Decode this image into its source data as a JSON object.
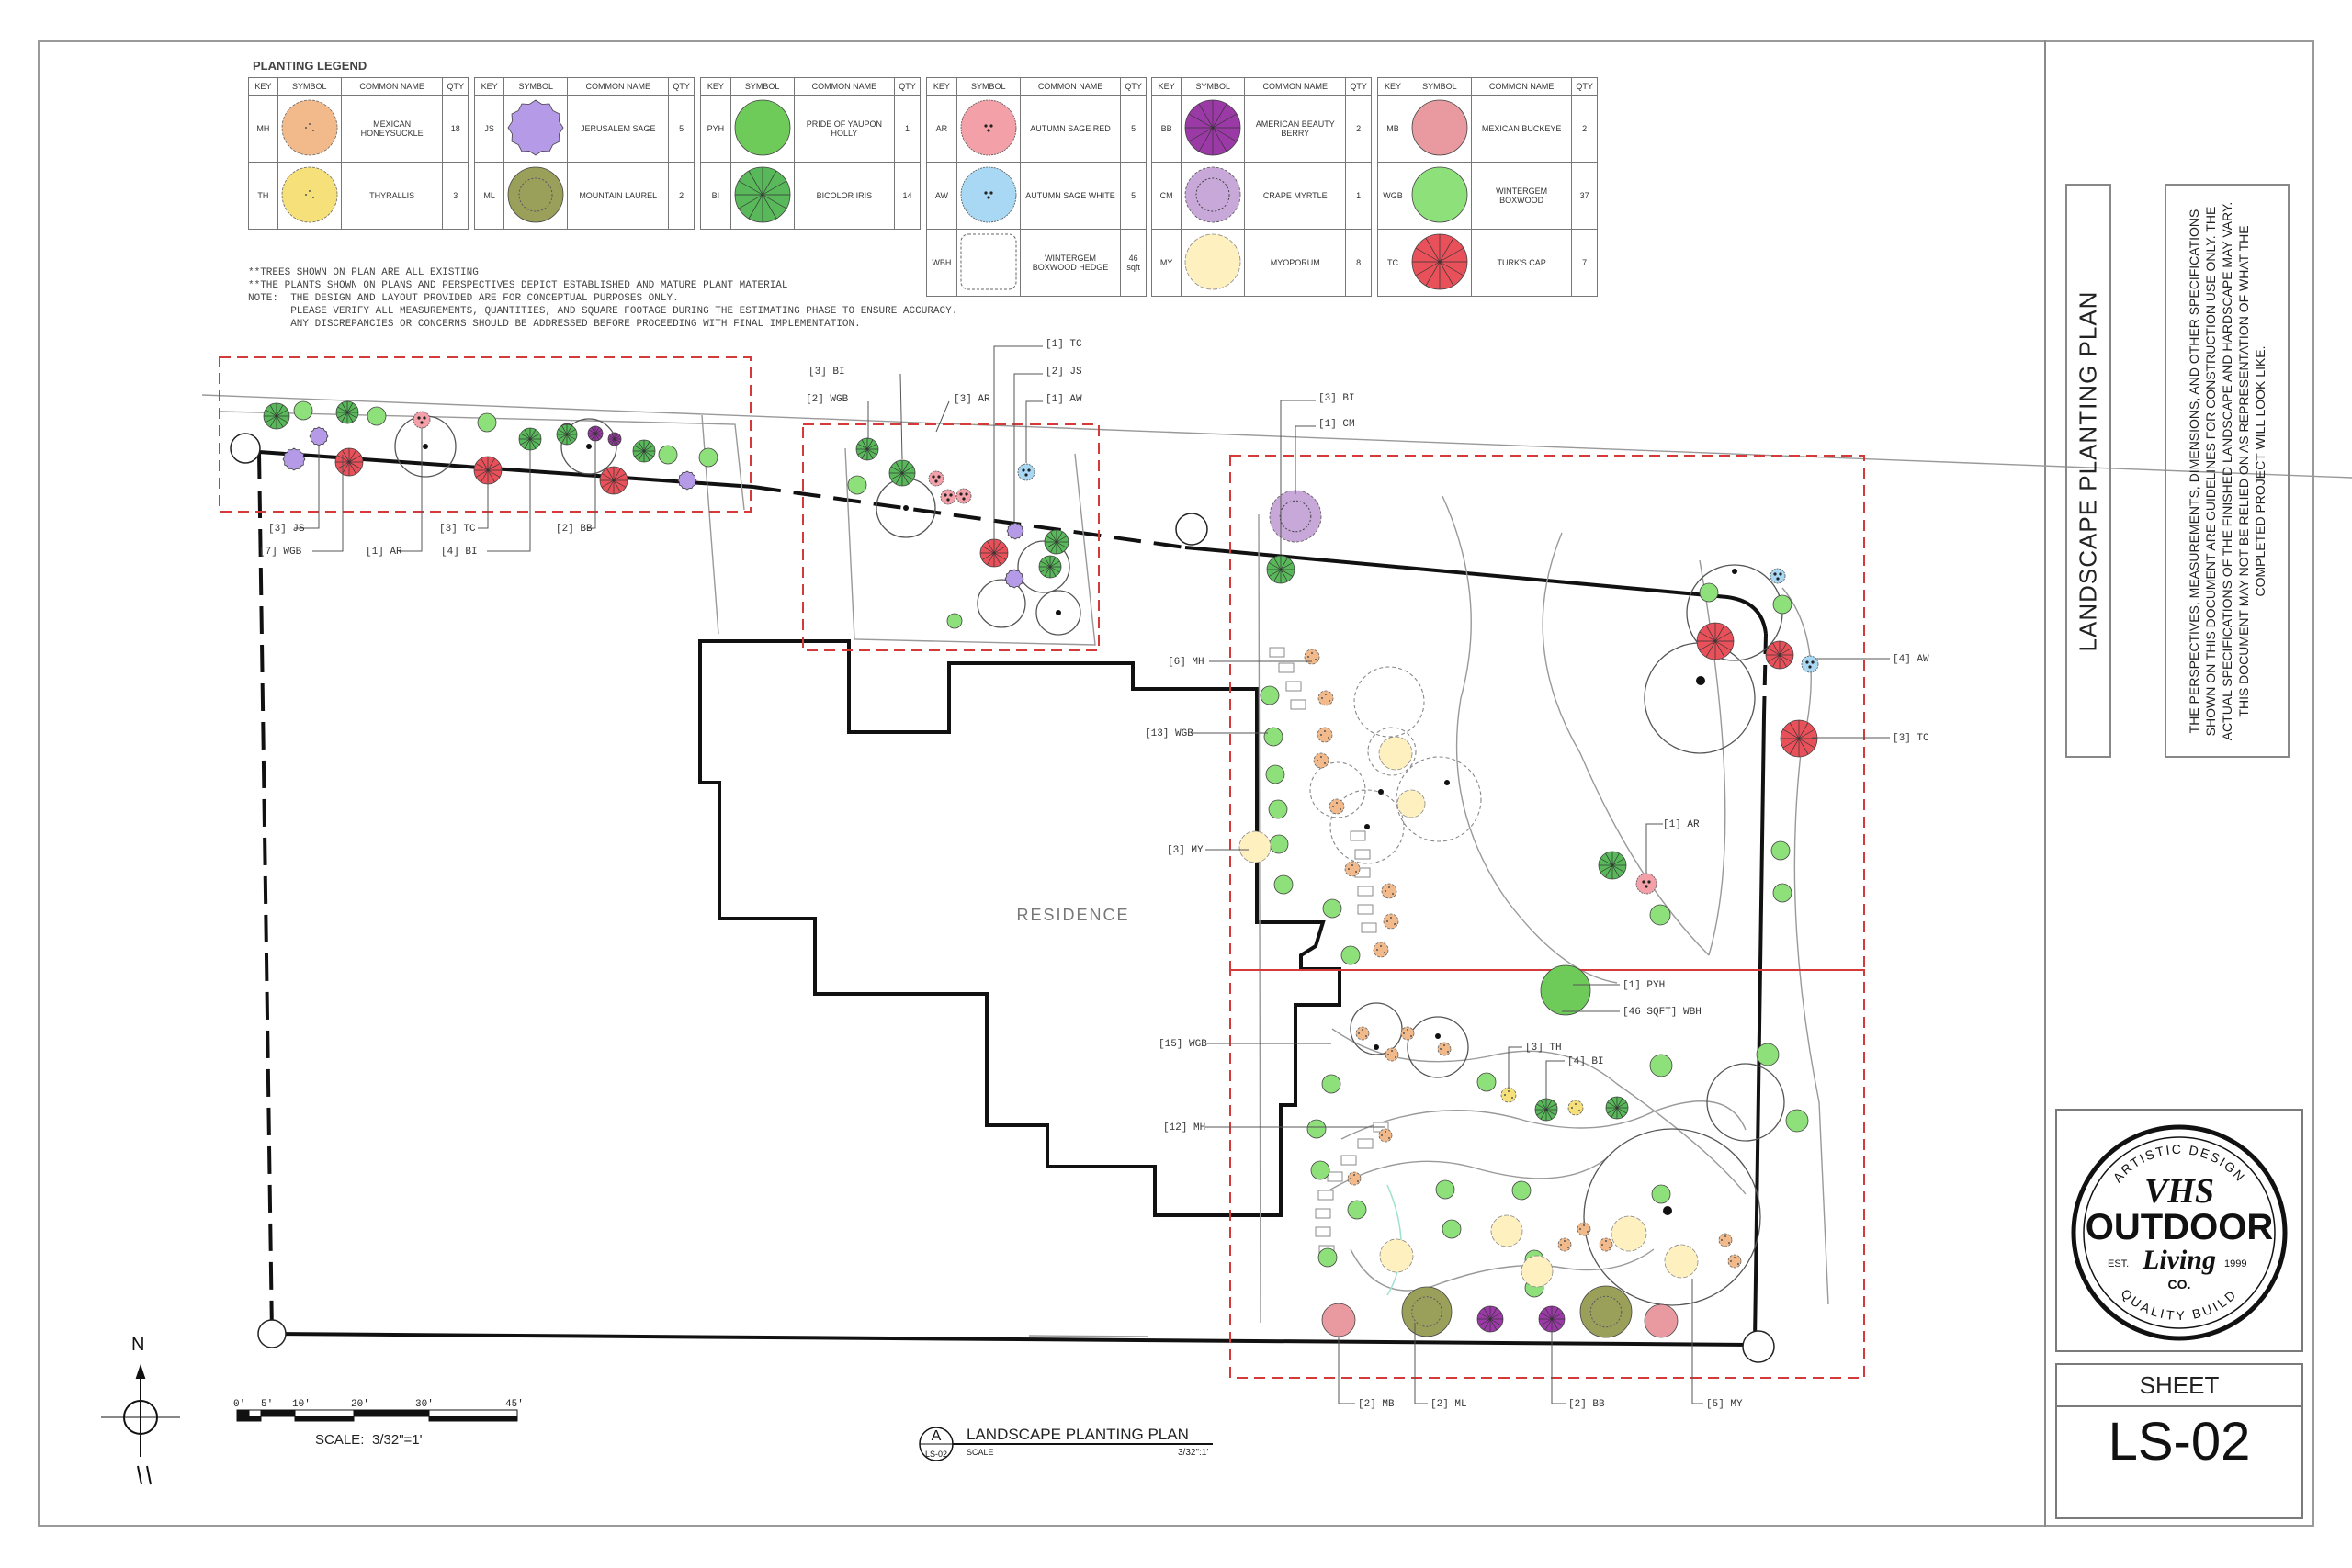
{
  "legend": {
    "title": "PLANTING LEGEND",
    "headers": {
      "key": "KEY",
      "symbol": "SYMBOL",
      "name": "COMMON NAME",
      "qty": "QTY"
    },
    "plants": [
      {
        "key": "MH",
        "name": "MEXICAN HONEYSUCKLE",
        "qty": "18",
        "color": "#f2b98a",
        "icon": "dotted-shrub-icon"
      },
      {
        "key": "TH",
        "name": "THYRALLIS",
        "qty": "3",
        "color": "#f6e07a",
        "icon": "dotted-shrub-icon"
      },
      {
        "key": "JS",
        "name": "JERUSALEM SAGE",
        "qty": "5",
        "color": "#b59ae8",
        "icon": "spiky-shrub-icon"
      },
      {
        "key": "ML",
        "name": "MOUNTAIN LAUREL",
        "qty": "2",
        "color": "#9aa05a",
        "icon": "textured-tree-icon"
      },
      {
        "key": "PYH",
        "name": "PRIDE OF YAUPON HOLLY",
        "qty": "1",
        "color": "#6ecb5a",
        "icon": "round-shrub-icon"
      },
      {
        "key": "BI",
        "name": "BICOLOR IRIS",
        "qty": "14",
        "color": "#58b85a",
        "icon": "starburst-icon"
      },
      {
        "key": "AR",
        "name": "AUTUMN SAGE RED",
        "qty": "5",
        "color": "#f4a0a8",
        "icon": "dotted-flower-icon"
      },
      {
        "key": "AW",
        "name": "AUTUMN SAGE WHITE",
        "qty": "5",
        "color": "#a8d8f4",
        "icon": "dotted-flower-icon"
      },
      {
        "key": "WBH",
        "name": "WINTERGEM BOXWOOD HEDGE",
        "qty": "46 sqft",
        "color": "#ffffff",
        "icon": "hedge-icon"
      },
      {
        "key": "BB",
        "name": "AMERICAN BEAUTY BERRY",
        "qty": "2",
        "color": "#9b3aa6",
        "icon": "starburst-icon"
      },
      {
        "key": "CM",
        "name": "CRAPE MYRTLE",
        "qty": "1",
        "color": "#c8a8d8",
        "icon": "flowering-tree-icon"
      },
      {
        "key": "MY",
        "name": "MYOPORUM",
        "qty": "8",
        "color": "#fff0c0",
        "icon": "scalloped-shrub-icon"
      },
      {
        "key": "MB",
        "name": "MEXICAN BUCKEYE",
        "qty": "2",
        "color": "#e89aa0",
        "icon": "round-shrub-icon"
      },
      {
        "key": "WGB",
        "name": "WINTERGEM BOXWOOD",
        "qty": "37",
        "color": "#8ee07a",
        "icon": "round-shrub-icon"
      },
      {
        "key": "TC",
        "name": "TURK'S CAP",
        "qty": "7",
        "color": "#e8505a",
        "icon": "starburst-icon"
      }
    ]
  },
  "notes": [
    "**TREES SHOWN ON PLAN ARE ALL EXISTING",
    "**THE PLANTS SHOWN ON PLANS AND PERSPECTIVES DEPICT ESTABLISHED AND MATURE PLANT MATERIAL",
    "NOTE:  THE DESIGN AND LAYOUT PROVIDED ARE FOR CONCEPTUAL PURPOSES ONLY.",
    "       PLEASE VERIFY ALL MEASUREMENTS, QUANTITIES, AND SQUARE FOOTAGE DURING THE ESTIMATING PHASE TO ENSURE ACCURACY.",
    "       ANY DISCREPANCIES OR CONCERNS SHOULD BE ADDRESSED BEFORE PROCEEDING WITH FINAL IMPLEMENTATION."
  ],
  "callouts": [
    "[3] JS",
    "[7] WGB",
    "[1] AR",
    "[3] TC",
    "[4] BI",
    "[2] BB",
    "[3] BI",
    "[2] WGB",
    "[3] AR",
    "[1] TC",
    "[2] JS",
    "[1] AW",
    "[3] BI",
    "[1] CM",
    "[6] MH",
    "[13] WGB",
    "[3] MY",
    "[4] AW",
    "[3] TC",
    "[1] AR",
    "[1] PYH",
    "[46 SQFT] WBH",
    "[3] TH",
    "[4] BI",
    "[15] WGB",
    "[12] MH",
    "[2] MB",
    "[2] ML",
    "[2] BB",
    "[5] MY"
  ],
  "residence_label": "RESIDENCE",
  "scale_bar": {
    "ticks": [
      "0'",
      "5'",
      "10'",
      "20'",
      "30'",
      "45'"
    ],
    "label": "SCALE:",
    "value": "3/32\"=1'"
  },
  "north_label": "N",
  "drawing_title": {
    "letter": "A",
    "sheet_ref": "LS-02",
    "title": "LANDSCAPE PLANTING PLAN",
    "scale_word": "SCALE",
    "scale_value": "3/32\":1'"
  },
  "title_block": {
    "vertical_title": "LANDSCAPE PLANTING PLAN",
    "disclaimer": "THE PERSPECTIVES, MEASUREMENTS, DIMENSIONS, AND OTHER SPECIFICATIONS SHOWN ON THIS DOCUMENT ARE GUIDELINES FOR CONSTRUCTION USE ONLY. THE ACTUAL SPECIFICATIONS OF THE FINISHED LANDSCAPE AND HARDSCAPE MAY VARY. THIS DOCUMENT MAY NOT BE RELIED ON AS REPRESENTATION OF WHAT THE COMPLETED PROJECT WILL LOOK LIKE.",
    "logo": {
      "top_arc": "ARTISTIC DESIGN",
      "brand1": "VHS",
      "brand2": "OUTDOOR",
      "brand3": "Living",
      "est": "EST.",
      "year": "1999",
      "co": "CO.",
      "bottom_arc": "QUALITY BUILD"
    },
    "sheet_label": "SHEET",
    "sheet_number": "LS-02"
  }
}
